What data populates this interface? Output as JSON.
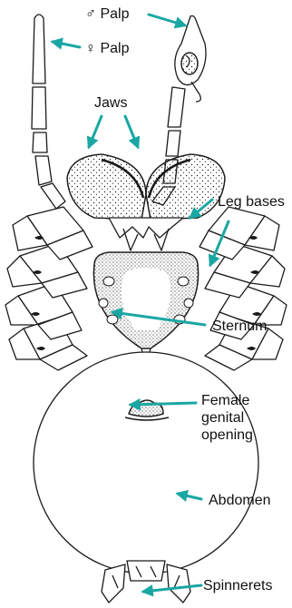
{
  "labels": {
    "male_palp": "♂ Palp",
    "female_palp": "♀ Palp",
    "jaws": "Jaws",
    "leg_bases": "Leg bases",
    "sternum": "Sternum",
    "female_genital_opening": [
      "Female",
      "genital",
      "opening"
    ],
    "abdomen": "Abdomen",
    "spinnerets": "Spinnerets"
  },
  "colors": {
    "arrow": "#1aa7a3",
    "ink": "#1a1a1a",
    "text": "#111111",
    "background": "#ffffff"
  }
}
